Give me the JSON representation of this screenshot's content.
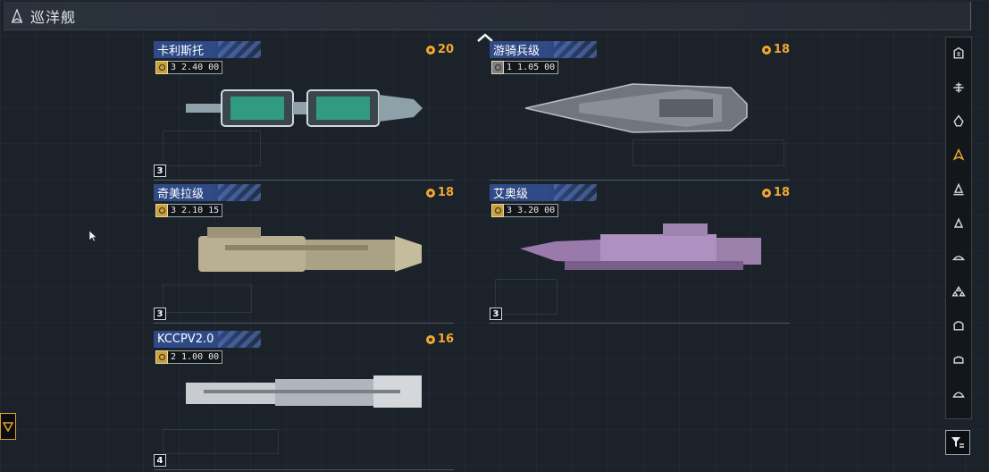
{
  "header": {
    "title": "巡洋舰"
  },
  "ships": [
    {
      "name": "卡利斯托",
      "points": "20",
      "stat": "3 2.40 00",
      "tier": "3",
      "hull": "#8fa1a8",
      "accent": "#3fd0a0"
    },
    {
      "name": "游骑兵级",
      "points": "18",
      "stat": "1 1.05 00",
      "tier": "",
      "hull": "#8a9098",
      "accent": "#c8ccd0"
    },
    {
      "name": "奇美拉级",
      "points": "18",
      "stat": "3 2.10 15",
      "tier": "3",
      "hull": "#b8b090",
      "accent": "#d8d0b0"
    },
    {
      "name": "艾奥级",
      "points": "18",
      "stat": "3 3.20 00",
      "tier": "3",
      "hull": "#b090c0",
      "accent": "#d0b8e0"
    },
    {
      "name": "KCCPV2.0",
      "points": "16",
      "stat": "2 1.00 00",
      "tier": "4",
      "hull": "#c8ccd0",
      "accent": "#e8ecef"
    }
  ],
  "sidebar": {
    "icons": [
      "ship-class-1-icon",
      "ship-class-2-icon",
      "ship-class-3-icon",
      "cruiser-icon",
      "ship-class-5-icon",
      "ship-class-6-icon",
      "ship-class-7-icon",
      "ship-class-8-icon",
      "ship-class-9-icon",
      "ship-class-10-icon",
      "ship-class-11-icon"
    ],
    "active_index": 3,
    "active_color": "#f0a830"
  }
}
